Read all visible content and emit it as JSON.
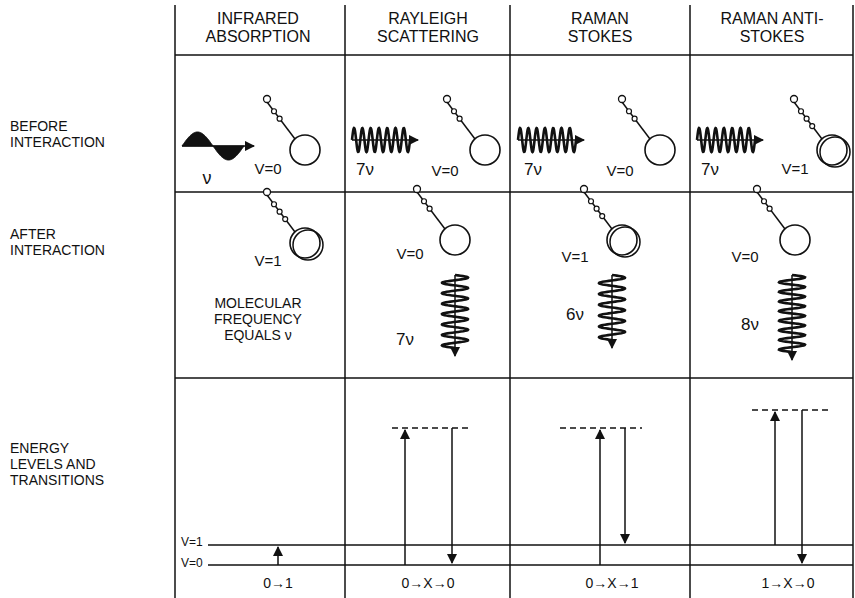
{
  "diagram": {
    "labels": [
      "INFRARED ABSORPTION",
      "RAYLEIGH SCATTERING",
      "RAMAN STOKES",
      "RAMAN ANTI-STOKES",
      "BEFORE INTERACTION",
      "AFTER INTERACTION",
      "ENERGY LEVELS AND TRANSITIONS",
      "ν",
      "V=0",
      "7ν",
      "V=0",
      "7ν",
      "V=0",
      "7ν",
      "V=1",
      "V=1",
      "MOLECULAR FREQUENCY EQUALS ν",
      "V=0",
      "7ν",
      "V=1",
      "6ν",
      "V=0",
      "8ν",
      "V=1",
      "V=0",
      "0→1",
      "0→X→0",
      "0→X→1",
      "1→X→0"
    ]
  }
}
